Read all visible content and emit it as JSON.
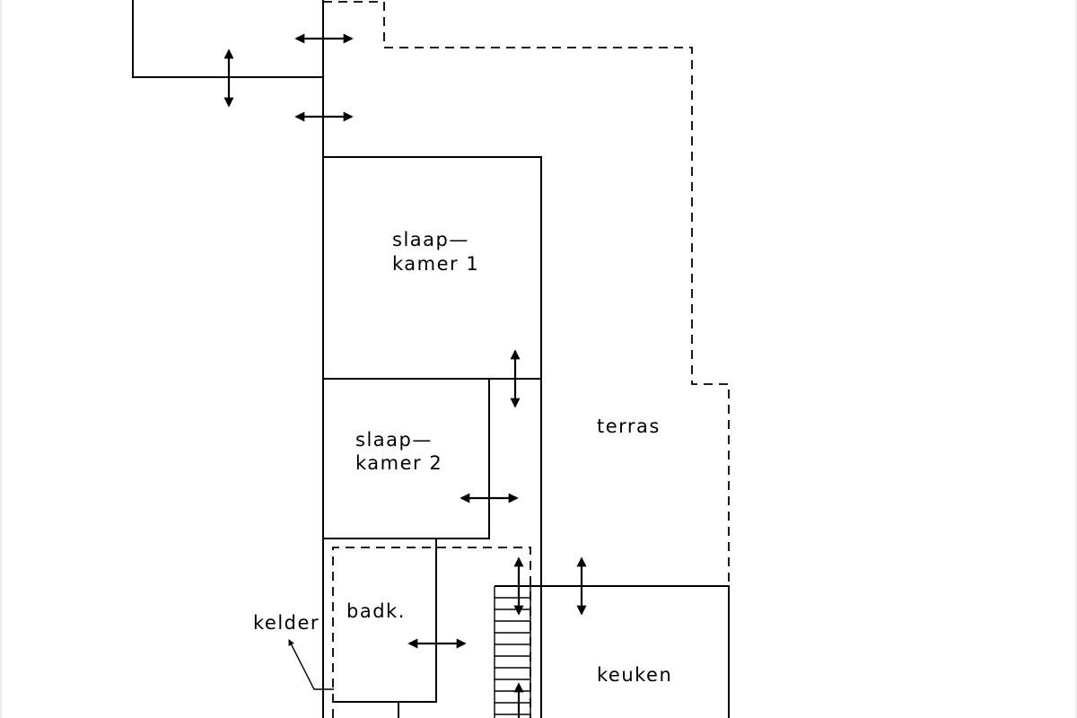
{
  "rooms": {
    "slaapkamer1": {
      "line1": "slaap—",
      "line2": "kamer  1"
    },
    "slaapkamer2": {
      "line1": "slaap—",
      "line2": "kamer  2"
    },
    "terras": "terras",
    "badk": "badk.",
    "kelder": "kelder",
    "keuken": "keuken"
  },
  "colors": {
    "line": "#000000",
    "background": "#ffffff"
  }
}
